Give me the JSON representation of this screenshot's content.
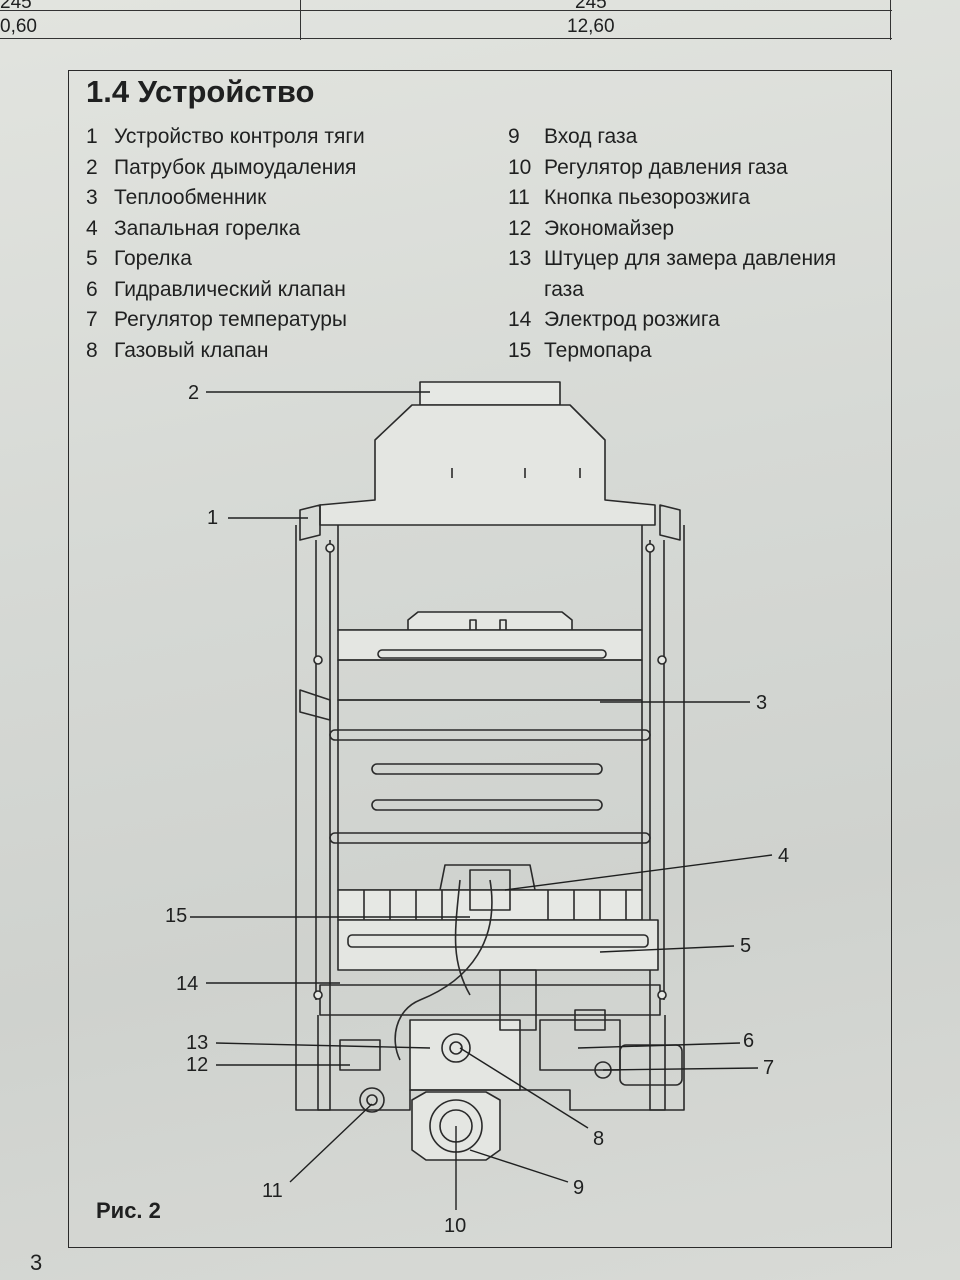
{
  "top_table": {
    "row1": {
      "left": "245",
      "right": "245"
    },
    "row2": {
      "left": "0,60",
      "right": "12,60"
    }
  },
  "section_title": "1.4 Устройство",
  "legend_left": [
    {
      "num": "1",
      "label": "Устройство контроля тяги"
    },
    {
      "num": "2",
      "label": "Патрубок дымоудаления"
    },
    {
      "num": "3",
      "label": "Теплообменник"
    },
    {
      "num": "4",
      "label": "Запальная горелка"
    },
    {
      "num": "5",
      "label": "Горелка"
    },
    {
      "num": "6",
      "label": "Гидравлический клапан"
    },
    {
      "num": "7",
      "label": "Регулятор температуры"
    },
    {
      "num": "8",
      "label": "Газовый клапан"
    }
  ],
  "legend_right": [
    {
      "num": "9",
      "label": "Вход газа"
    },
    {
      "num": "10",
      "label": "Регулятор давления газа"
    },
    {
      "num": "11",
      "label": "Кнопка пьезорозжига"
    },
    {
      "num": "12",
      "label": "Экономайзер"
    },
    {
      "num": "13",
      "label": "Штуцер для замера давления",
      "label_cont": "газа"
    },
    {
      "num": "14",
      "label": "Электрод розжига"
    },
    {
      "num": "15",
      "label": "Термопара"
    }
  ],
  "callouts": {
    "c1": "1",
    "c2": "2",
    "c3": "3",
    "c4": "4",
    "c5": "5",
    "c6": "6",
    "c7": "7",
    "c8": "8",
    "c9": "9",
    "c10": "10",
    "c11": "11",
    "c12": "12",
    "c13": "13",
    "c14": "14",
    "c15": "15"
  },
  "figure_label": "Рис. 2",
  "page_number": "3",
  "colors": {
    "ink": "#1f2020",
    "paper": "#d9dcd8"
  }
}
